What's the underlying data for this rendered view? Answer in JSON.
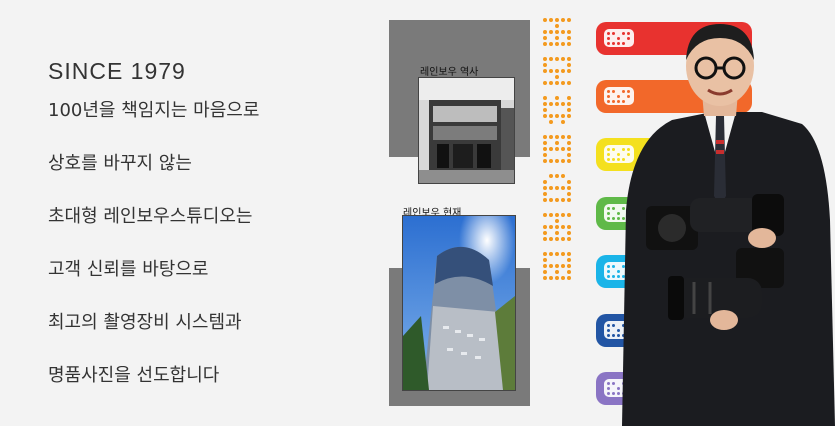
{
  "intro": {
    "since": "SINCE 1979",
    "lines": [
      "100년을 책임지는 마음으로",
      "상호를 바꾸지 않는",
      "초대형 레인보우스튜디오는",
      "고객 신뢰를 바탕으로",
      "최고의 촬영장비 시스템과",
      "명품사진을 선도합니다"
    ]
  },
  "gallery": {
    "history_label": "레인보우 역사",
    "current_label": "레인보우 현재"
  },
  "colors": {
    "accent_orange": "#f39a1e",
    "gray_block": "#7a7a7a",
    "pills": [
      "#e8322f",
      "#f2682a",
      "#f4e01e",
      "#5fb948",
      "#1ab4e8",
      "#2255a4",
      "#8a74c4"
    ]
  },
  "icons": {
    "person": "photographer-with-cameras",
    "building_old": "building-bw-photo",
    "building_new": "building-color-photo"
  }
}
